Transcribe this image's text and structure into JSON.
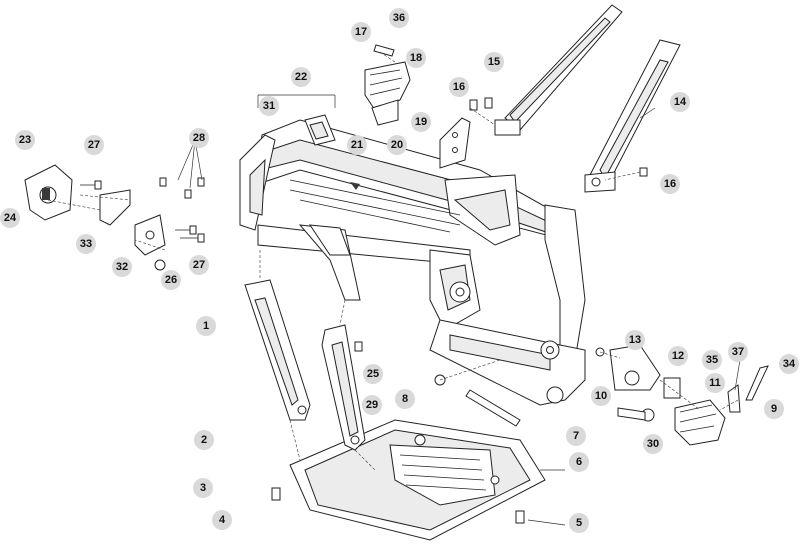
{
  "callouts": [
    {
      "id": "c1",
      "label": "1"
    },
    {
      "id": "c2",
      "label": "2"
    },
    {
      "id": "c3",
      "label": "3"
    },
    {
      "id": "c4",
      "label": "4"
    },
    {
      "id": "c5",
      "label": "5"
    },
    {
      "id": "c6",
      "label": "6"
    },
    {
      "id": "c7",
      "label": "7"
    },
    {
      "id": "c8",
      "label": "8"
    },
    {
      "id": "c9",
      "label": "9"
    },
    {
      "id": "c10",
      "label": "10"
    },
    {
      "id": "c11",
      "label": "11"
    },
    {
      "id": "c12",
      "label": "12"
    },
    {
      "id": "c13",
      "label": "13"
    },
    {
      "id": "c14",
      "label": "14"
    },
    {
      "id": "c15",
      "label": "15"
    },
    {
      "id": "c16a",
      "label": "16"
    },
    {
      "id": "c16b",
      "label": "16"
    },
    {
      "id": "c17",
      "label": "17"
    },
    {
      "id": "c18",
      "label": "18"
    },
    {
      "id": "c19",
      "label": "19"
    },
    {
      "id": "c20",
      "label": "20"
    },
    {
      "id": "c21",
      "label": "21"
    },
    {
      "id": "c22",
      "label": "22"
    },
    {
      "id": "c23",
      "label": "23"
    },
    {
      "id": "c24",
      "label": "24"
    },
    {
      "id": "c25",
      "label": "25"
    },
    {
      "id": "c26",
      "label": "26"
    },
    {
      "id": "c27a",
      "label": "27"
    },
    {
      "id": "c27b",
      "label": "27"
    },
    {
      "id": "c28",
      "label": "28"
    },
    {
      "id": "c29",
      "label": "29"
    },
    {
      "id": "c30",
      "label": "30"
    },
    {
      "id": "c31",
      "label": "31"
    },
    {
      "id": "c32",
      "label": "32"
    },
    {
      "id": "c33",
      "label": "33"
    },
    {
      "id": "c34",
      "label": "34"
    },
    {
      "id": "c35",
      "label": "35"
    },
    {
      "id": "c36",
      "label": "36"
    },
    {
      "id": "c37",
      "label": "37"
    }
  ]
}
